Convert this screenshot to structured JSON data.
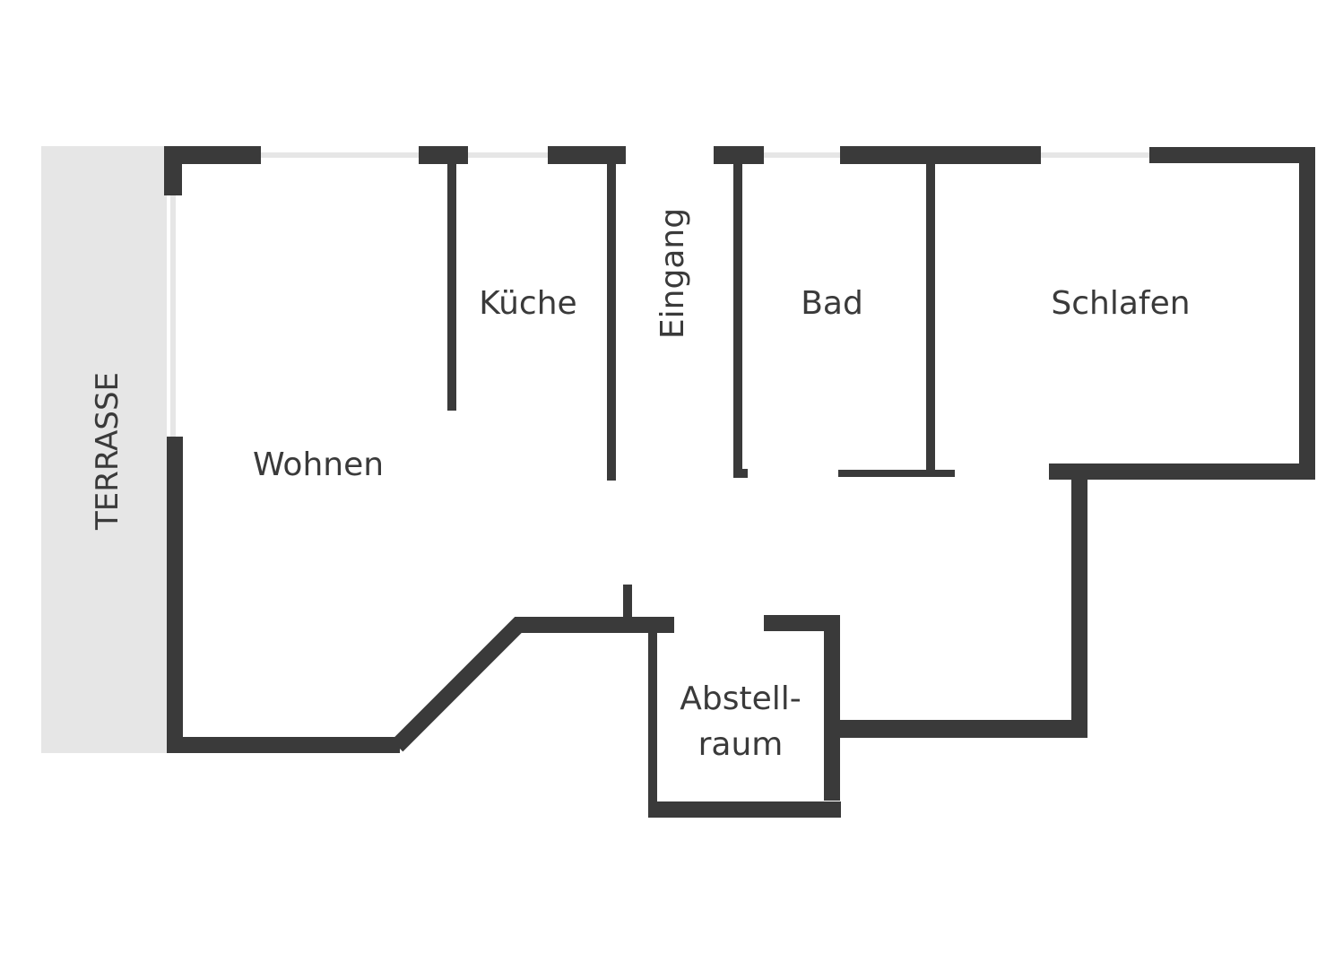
{
  "floorplan": {
    "terrace_label": "TERRASSE",
    "rooms": {
      "wohnen": "Wohnen",
      "kueche": "Küche",
      "eingang": "Eingang",
      "bad": "Bad",
      "schlafen": "Schlafen",
      "abstell_line1": "Abstell-",
      "abstell_line2": "raum"
    },
    "colors": {
      "wall": "#3a3a3a",
      "terrace": "#e6e6e6",
      "window": "#e6e6e6"
    }
  }
}
